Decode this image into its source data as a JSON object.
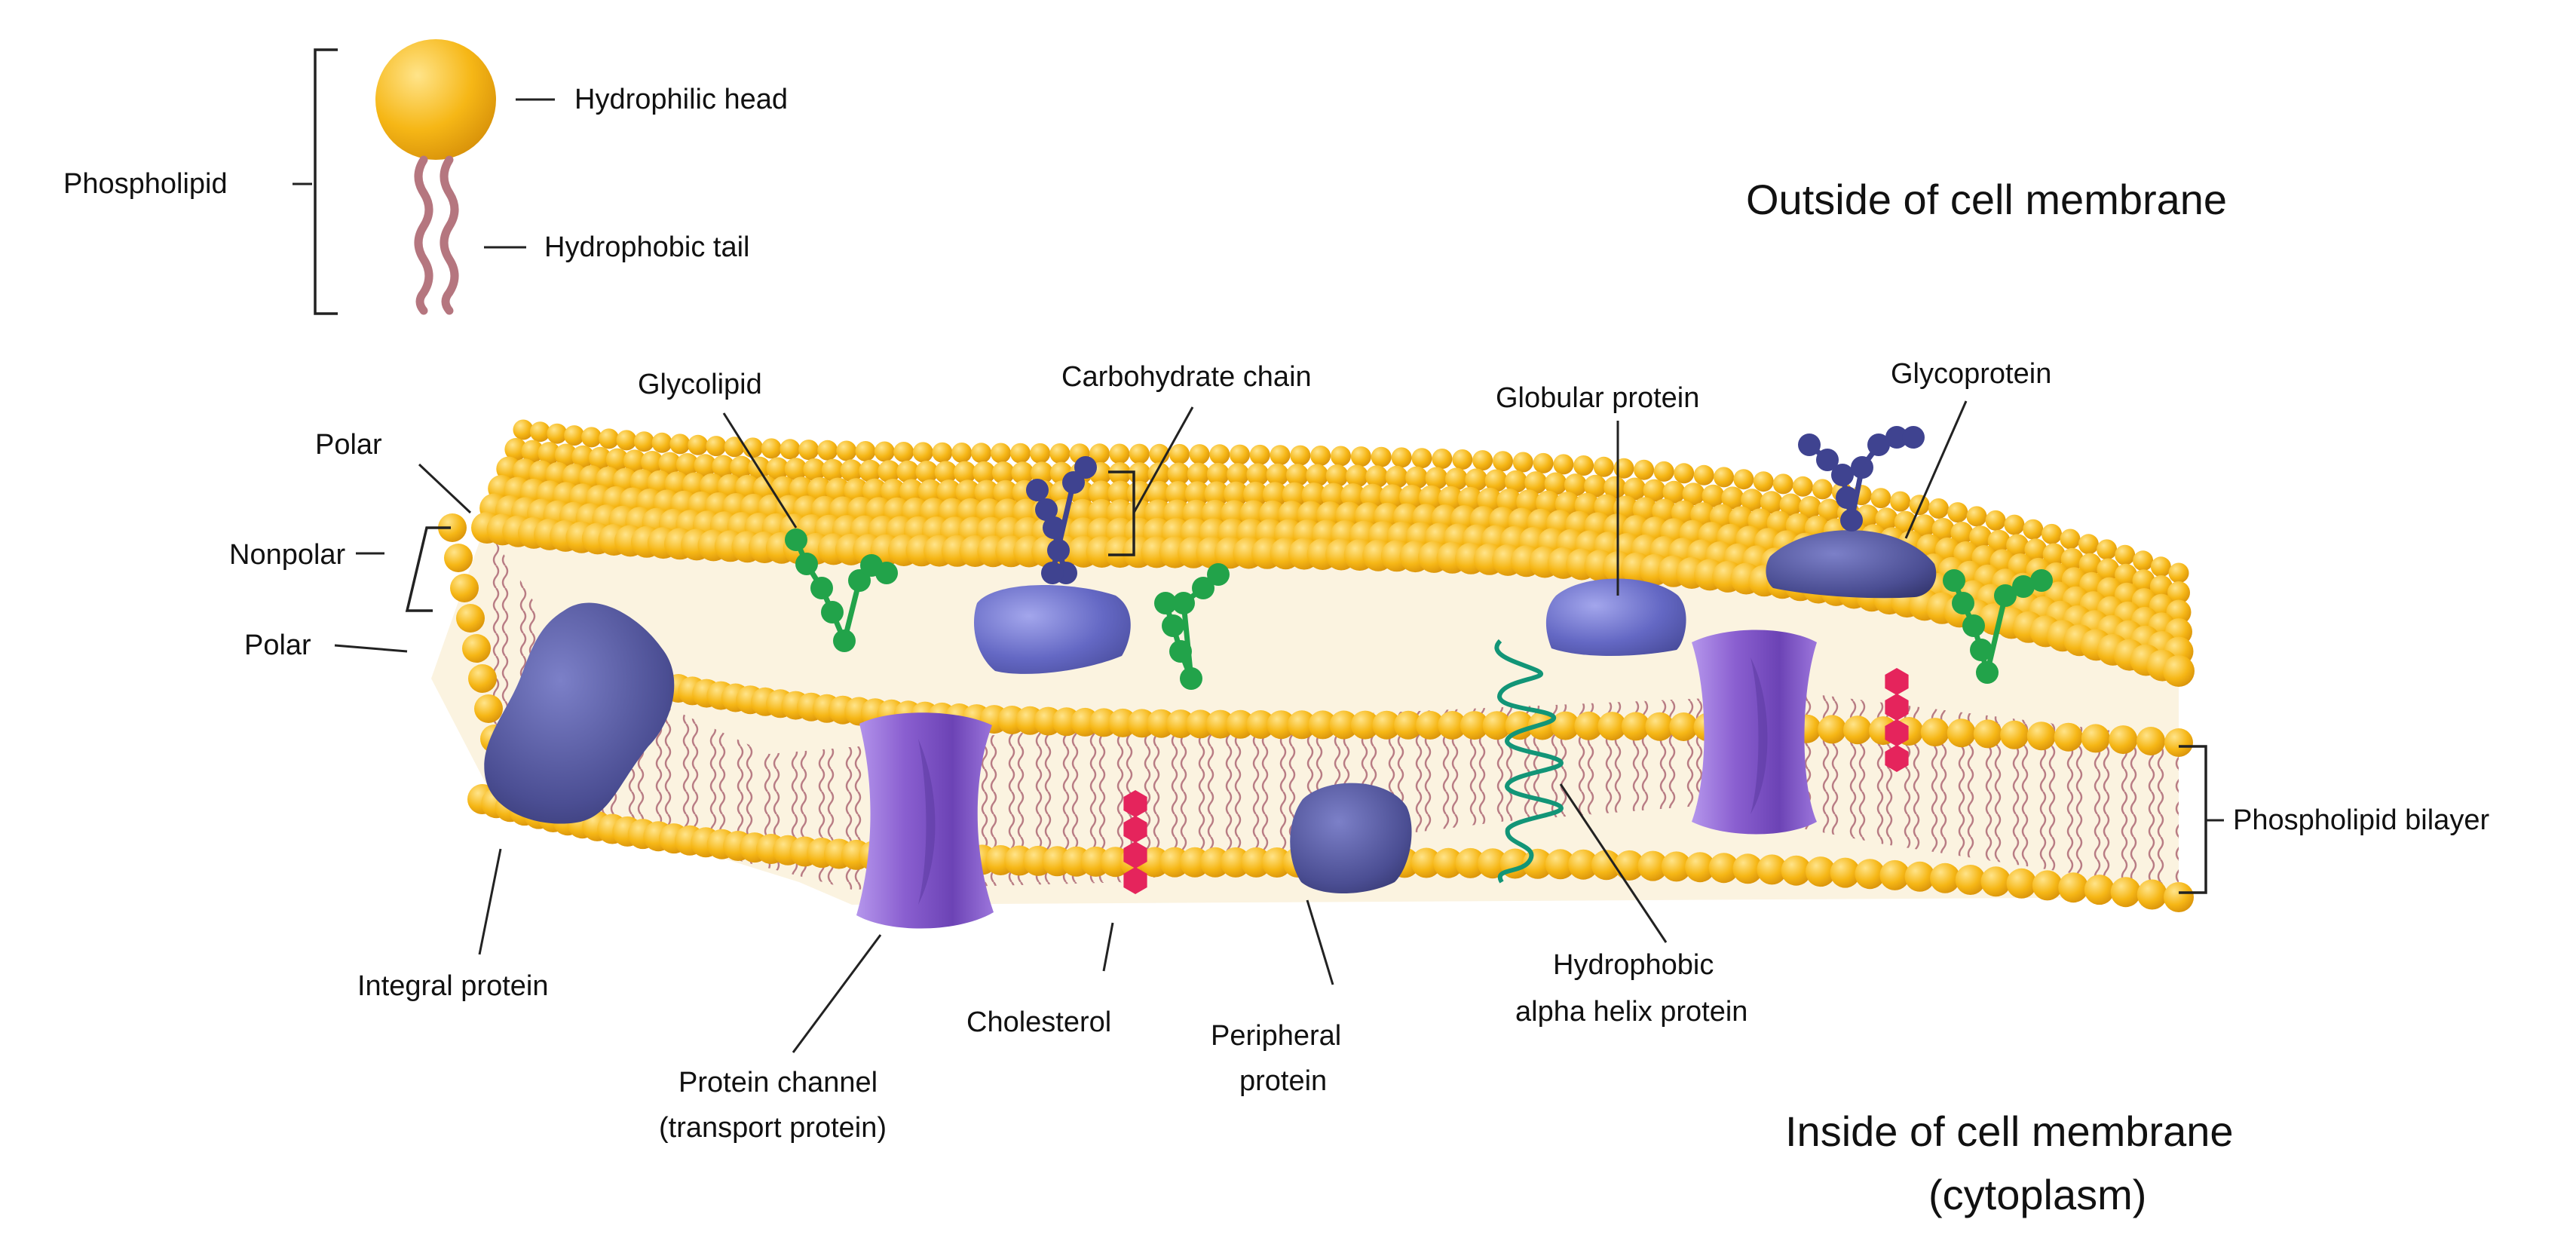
{
  "legend": {
    "phospholipid": "Phospholipid",
    "head": "Hydrophilic head",
    "tail": "Hydrophobic tail"
  },
  "regions": {
    "outside": "Outside of cell membrane",
    "inside_line1": "Inside of cell membrane",
    "inside_line2": "(cytoplasm)"
  },
  "labels": {
    "polar_top": "Polar",
    "nonpolar": "Nonpolar",
    "polar_bottom": "Polar",
    "glycolipid": "Glycolipid",
    "carbohydrate_chain": "Carbohydrate chain",
    "globular_protein": "Globular protein",
    "glycoprotein": "Glycoprotein",
    "phospholipid_bilayer": "Phospholipid bilayer",
    "integral_protein": "Integral protein",
    "protein_channel_1": "Protein channel",
    "protein_channel_2": "(transport protein)",
    "cholesterol": "Cholesterol",
    "peripheral_1": "Peripheral",
    "peripheral_2": "protein",
    "helix_1": "Hydrophobic",
    "helix_2": "alpha helix protein"
  },
  "colors": {
    "head": "#F6B716",
    "tail": "#B5767F",
    "membrane_fill": "#FBF3E0",
    "protein_dark": "#4B4E93",
    "protein_purple": "#8A5FD0",
    "glyco_green": "#22A34A",
    "carb_blue": "#3F4390",
    "cholesterol": "#E5245C",
    "helix": "#129577"
  }
}
